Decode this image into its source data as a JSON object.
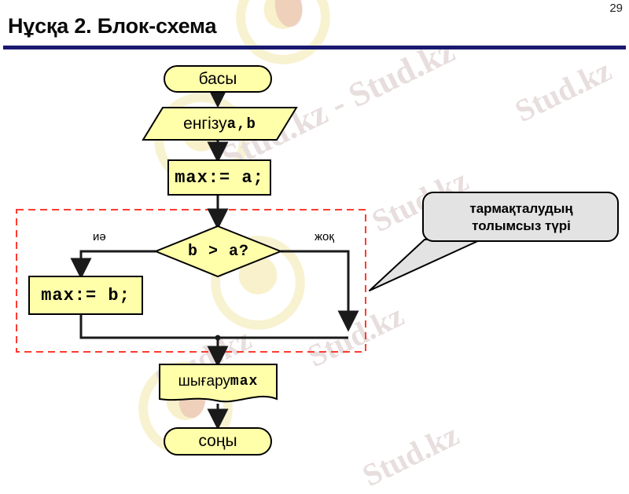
{
  "slide": {
    "page_number": "29",
    "title": "Нұсқа 2. Блок-схема",
    "rule_color": "#191970",
    "background": "#ffffff"
  },
  "watermark": {
    "text_primary": "Stud.kz",
    "text_combined": "Stud.kz - Stud.kz",
    "color": "#e8dede"
  },
  "flowchart": {
    "fill_color": "#ffffaa",
    "stroke_color": "#000000",
    "highlight_box_color": "#ff3b30",
    "nodes": {
      "start": {
        "label": "басы",
        "shape": "terminator"
      },
      "input": {
        "label": "енгізу ",
        "label_mono": "a,b",
        "shape": "parallelogram"
      },
      "assign_a": {
        "label": "max:= a;",
        "shape": "process"
      },
      "decision": {
        "label": "b > a?",
        "shape": "decision"
      },
      "assign_b": {
        "label": "max:= b;",
        "shape": "process"
      },
      "output": {
        "label": "шығару ",
        "label_mono": "max",
        "shape": "document"
      },
      "end": {
        "label": "соңы",
        "shape": "terminator"
      }
    },
    "branches": {
      "yes": "иә",
      "no": "жоқ"
    }
  },
  "callout": {
    "line1": "тармақталудың",
    "line2": "толымсыз түрі",
    "fill_color": "#e3e3e3",
    "stroke_color": "#000000"
  }
}
